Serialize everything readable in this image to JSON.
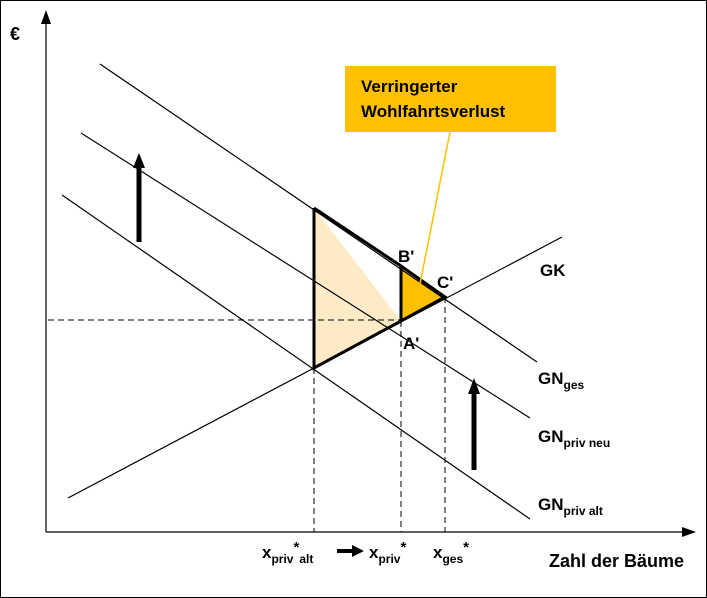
{
  "y_axis_label": "€",
  "x_axis_label": "Zahl der Bäume",
  "callout": {
    "line1": "Verringerter",
    "line2": "Wohlfahrtsverlust"
  },
  "points": {
    "a": "A'",
    "b": "B'",
    "c": "C'"
  },
  "curves": {
    "gk": "GK",
    "gn_ges": {
      "main": "GN",
      "sub": "ges"
    },
    "gn_priv_neu": {
      "main": "GN",
      "sub": "priv neu"
    },
    "gn_priv_alt": {
      "main": "GN",
      "sub": "priv alt"
    }
  },
  "ticks": {
    "x_alt": {
      "main": "x",
      "sub": "priv",
      "sup": "*",
      "sub2": "alt"
    },
    "x_priv": {
      "main": "x",
      "sub": "priv",
      "sup": "*"
    },
    "x_ges": {
      "main": "x",
      "sub": "ges",
      "sup": "*"
    }
  },
  "colors": {
    "light_triangle": "#fdebc8",
    "dark_triangle": "#ffc000",
    "callout_bg": "#ffc000",
    "callout_line": "#ffc000"
  }
}
